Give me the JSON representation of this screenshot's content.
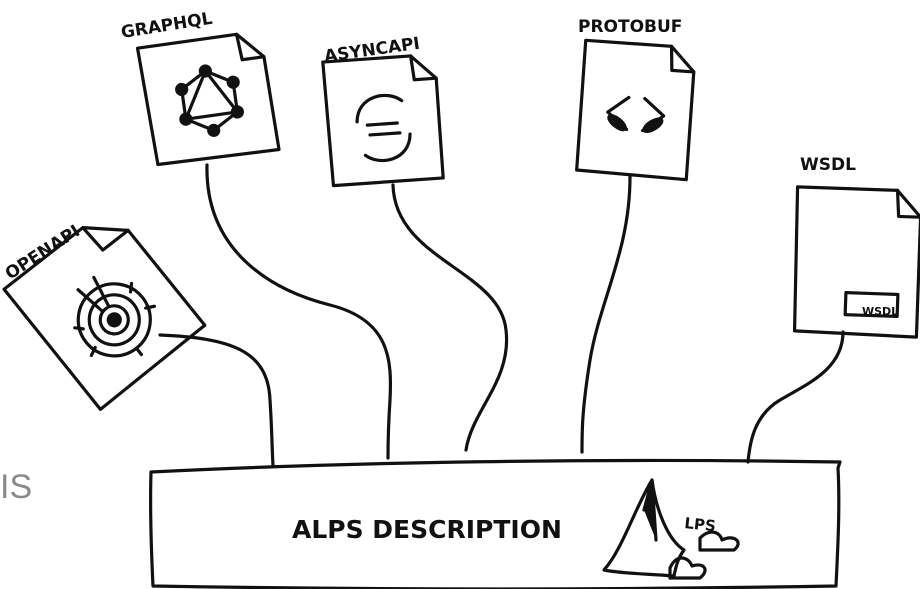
{
  "center": {
    "label": "ALPS DESCRIPTION",
    "logo_text": "LPS"
  },
  "documents": [
    {
      "id": "openapi",
      "label": "OPENAPI",
      "icon": "openapi-icon"
    },
    {
      "id": "graphql",
      "label": "GRAPHQL",
      "icon": "graphql-icon"
    },
    {
      "id": "asyncapi",
      "label": "ASYNCAPI",
      "icon": "asyncapi-icon"
    },
    {
      "id": "protobuf",
      "label": "PROTOBUF",
      "icon": "code-brackets-icon"
    },
    {
      "id": "wsdl",
      "label": "WSDL",
      "icon": "wsdl-icon",
      "badge": "WSDL"
    }
  ],
  "edge_text": "IS",
  "colors": {
    "ink": "#111111",
    "edge_text": "#8a8a8a",
    "background": "#ffffff"
  }
}
